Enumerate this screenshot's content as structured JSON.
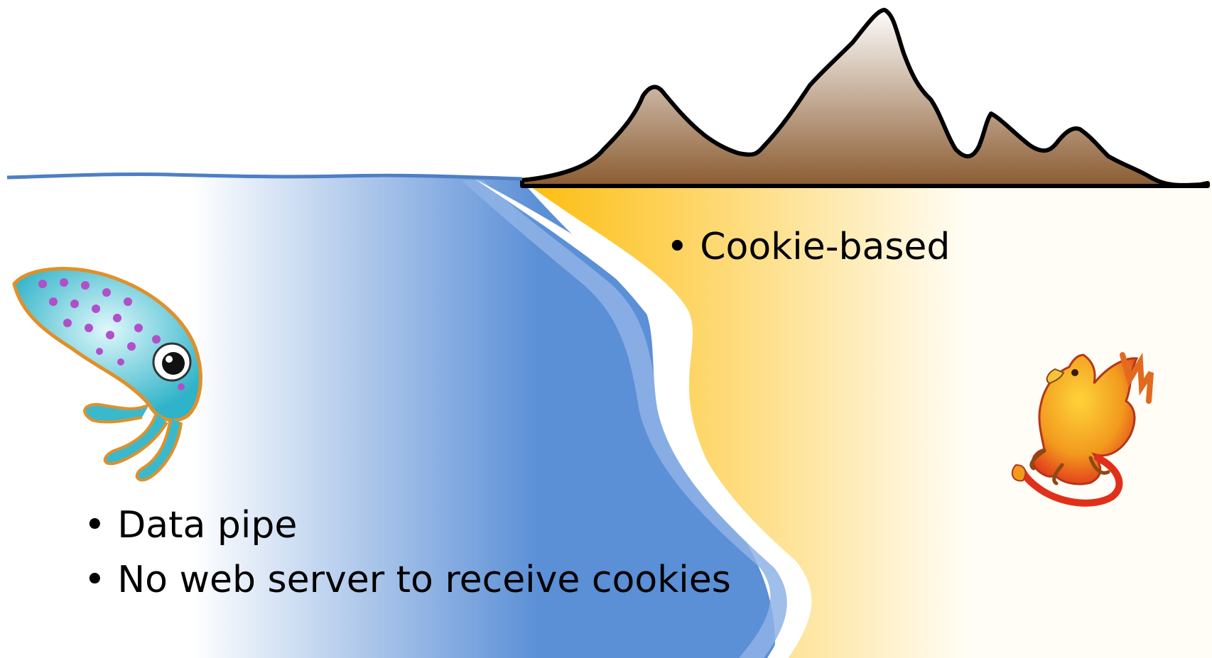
{
  "colors": {
    "ocean_deep": "#5b8fd6",
    "ocean_light": "#ffffff",
    "shallow_band": "#8fb3e6",
    "waterline": "#4d7fc4",
    "beach": "#ffffff",
    "sand_near": "#fdbf16",
    "sand_far": "#fffdf5",
    "mountain_top": "#ffffff",
    "mountain_base": "#8c5d33",
    "outline": "#000000"
  },
  "left_zone": {
    "icon": "squid-icon",
    "bullets": [
      "Data pipe",
      "No web server to receive cookies"
    ]
  },
  "right_zone": {
    "icon": "griffin-icon",
    "bullets": [
      "Cookie-based"
    ]
  }
}
